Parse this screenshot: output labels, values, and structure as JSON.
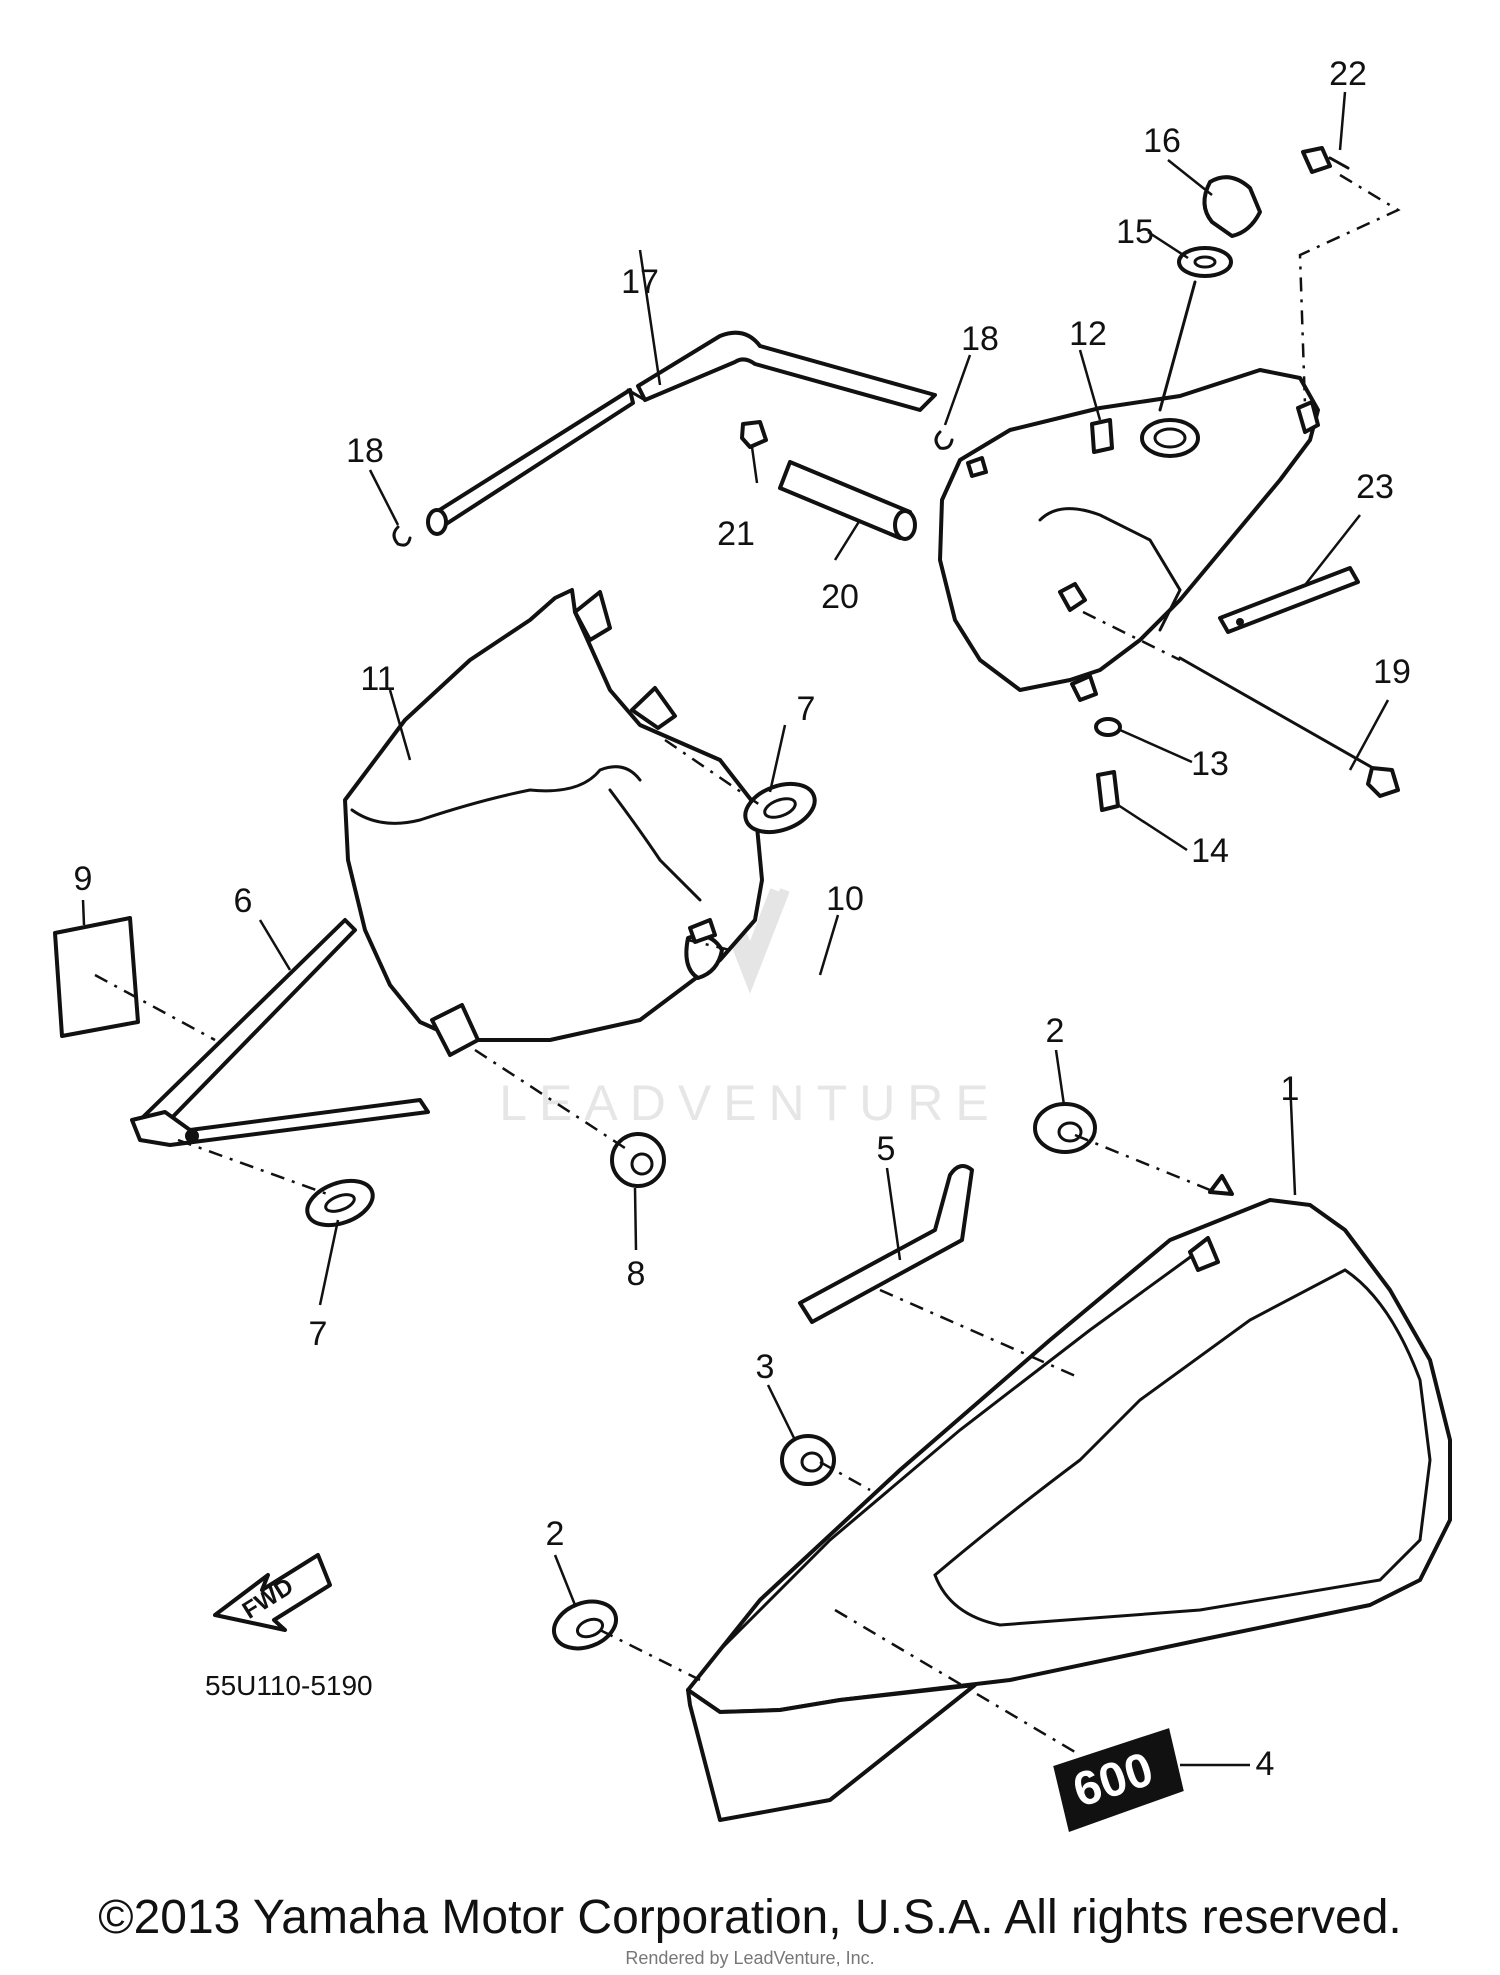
{
  "diagram": {
    "callouts": {
      "c1": "1",
      "c2a": "2",
      "c2b": "2",
      "c3": "3",
      "c4": "4",
      "c5": "5",
      "c6": "6",
      "c7a": "7",
      "c7b": "7",
      "c8": "8",
      "c9": "9",
      "c10": "10",
      "c11": "11",
      "c12": "12",
      "c13": "13",
      "c14": "14",
      "c15": "15",
      "c16": "16",
      "c17": "17",
      "c18a": "18",
      "c18b": "18",
      "c19": "19",
      "c20": "20",
      "c21": "21",
      "c22": "22",
      "c23": "23"
    },
    "fwd_label": "FWD",
    "emblem_label": "600",
    "diagram_code": "55U110-5190",
    "watermark": "LEADVENTURE"
  },
  "footer": {
    "copyright": "©2013 Yamaha Motor Corporation, U.S.A. All rights reserved.",
    "render_note": "Rendered by LeadVenture, Inc."
  }
}
